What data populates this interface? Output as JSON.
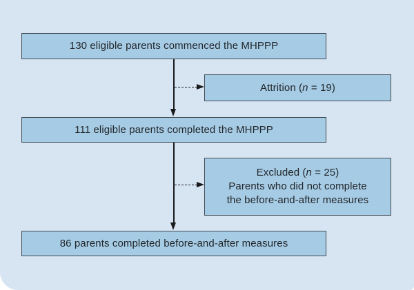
{
  "figure": {
    "type": "participant-flow-diagram",
    "boxes": {
      "commenced": {
        "text": "130 eligible parents commenced the MHPPP"
      },
      "attrition": {
        "prefix": "Attrition (",
        "italic": "n",
        "suffix": " = 19)"
      },
      "completed": {
        "text": "111 eligible parents completed the MHPPP"
      },
      "excluded": {
        "line1_prefix": "Excluded (",
        "italic": "n",
        "line1_suffix": " = 25)",
        "line2": "Parents who did not complete",
        "line3": "the before-and-after measures"
      },
      "measures": {
        "text": "86 parents completed before-and-after measures"
      }
    },
    "colors": {
      "panel_background": "#d7e4f2",
      "box_fill": "#a6cbe4",
      "box_border": "#3f4a53",
      "text": "#22272b",
      "arrow": "#17191b",
      "page_background": "#ffffff"
    }
  }
}
